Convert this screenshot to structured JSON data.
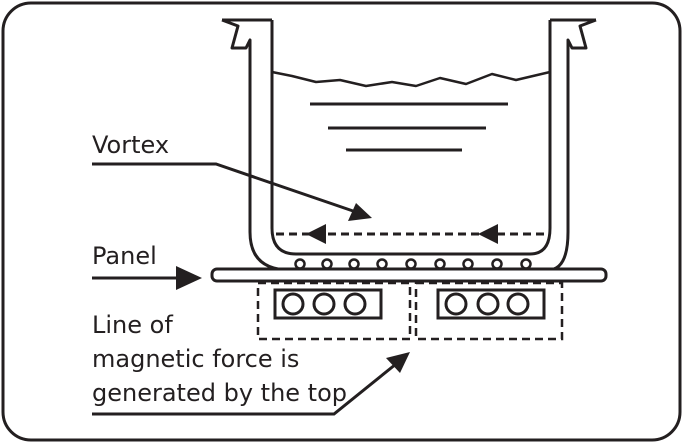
{
  "labels": {
    "vortex": "Vortex",
    "panel": "Panel",
    "line1": "Line of",
    "line2": "magnetic force is",
    "line3": "generated by the top"
  },
  "colors": {
    "ink": "#231f20",
    "background": "#ffffff"
  }
}
